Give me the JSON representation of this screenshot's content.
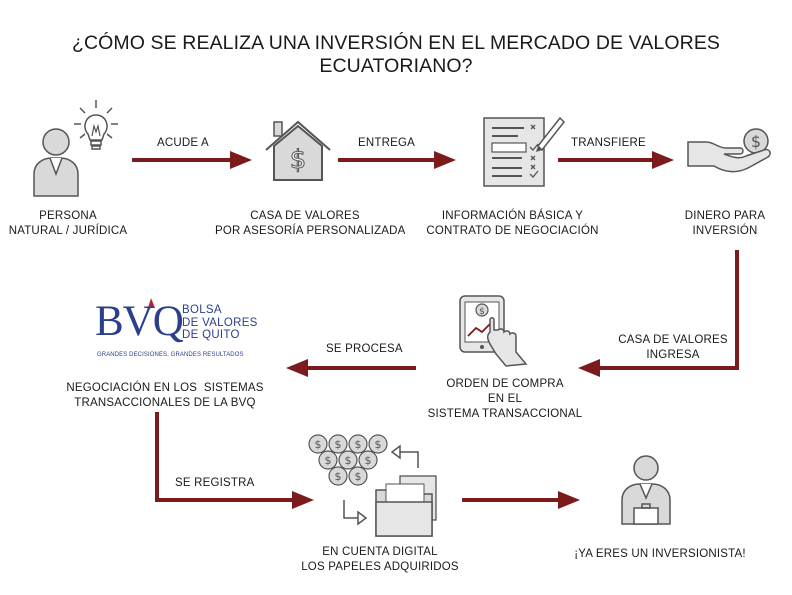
{
  "title": "¿CÓMO SE REALIZA UNA INVERSIÓN EN EL MERCADO DE VALORES ECUATORIANO?",
  "colors": {
    "arrow": "#7b1b1b",
    "icon_stroke": "#555555",
    "icon_fill": "#d9d9d9",
    "bvq_blue": "#2c3f8c",
    "bvq_red": "#c0202a"
  },
  "steps": {
    "persona": {
      "line1": "PERSONA",
      "line2": "NATURAL / JURÍDICA",
      "icon": "person-idea-icon"
    },
    "casa": {
      "line1": "CASA DE VALORES",
      "line2": "POR ASESORÍA PERSONALIZADA",
      "icon": "house-dollar-icon"
    },
    "informacion": {
      "line1": "INFORMACIÓN BÁSICA Y",
      "line2": "CONTRATO DE NEGOCIACIÓN",
      "icon": "checklist-document-icon"
    },
    "dinero": {
      "line1": "DINERO PARA",
      "line2": "INVERSIÓN",
      "icon": "hand-coin-icon"
    },
    "orden": {
      "line1": "ORDEN DE COMPRA",
      "line2": "EN EL",
      "line3": "SISTEMA TRANSACCIONAL",
      "icon": "tablet-touch-icon"
    },
    "negociacion": {
      "line1": "NEGOCIACIÓN EN LOS  SISTEMAS",
      "line2": "TRANSACCIONALES DE LA BVQ"
    },
    "cuenta": {
      "line1": "EN CUENTA DIGITAL",
      "line2": "LOS PAPELES ADQUIRIDOS",
      "icon": "coins-folder-icon"
    },
    "inversionista": {
      "line1": "¡YA ERES UN INVERSIONISTA!",
      "icon": "investor-briefcase-icon"
    }
  },
  "arrows": {
    "acude": "ACUDE A",
    "entrega": "ENTREGA",
    "transfiere": "TRANSFIERE",
    "ingresa_1": "CASA DE VALORES",
    "ingresa_2": "INGRESA",
    "procesa": "SE PROCESA",
    "registra": "SE REGISTRA"
  },
  "bvq_logo": {
    "mark": "BVQ",
    "line1": "BOLSA",
    "line2": "DE VALORES",
    "line3": "DE QUITO",
    "tagline": "GRANDES DECISIONES, GRANDES RESULTADOS"
  }
}
